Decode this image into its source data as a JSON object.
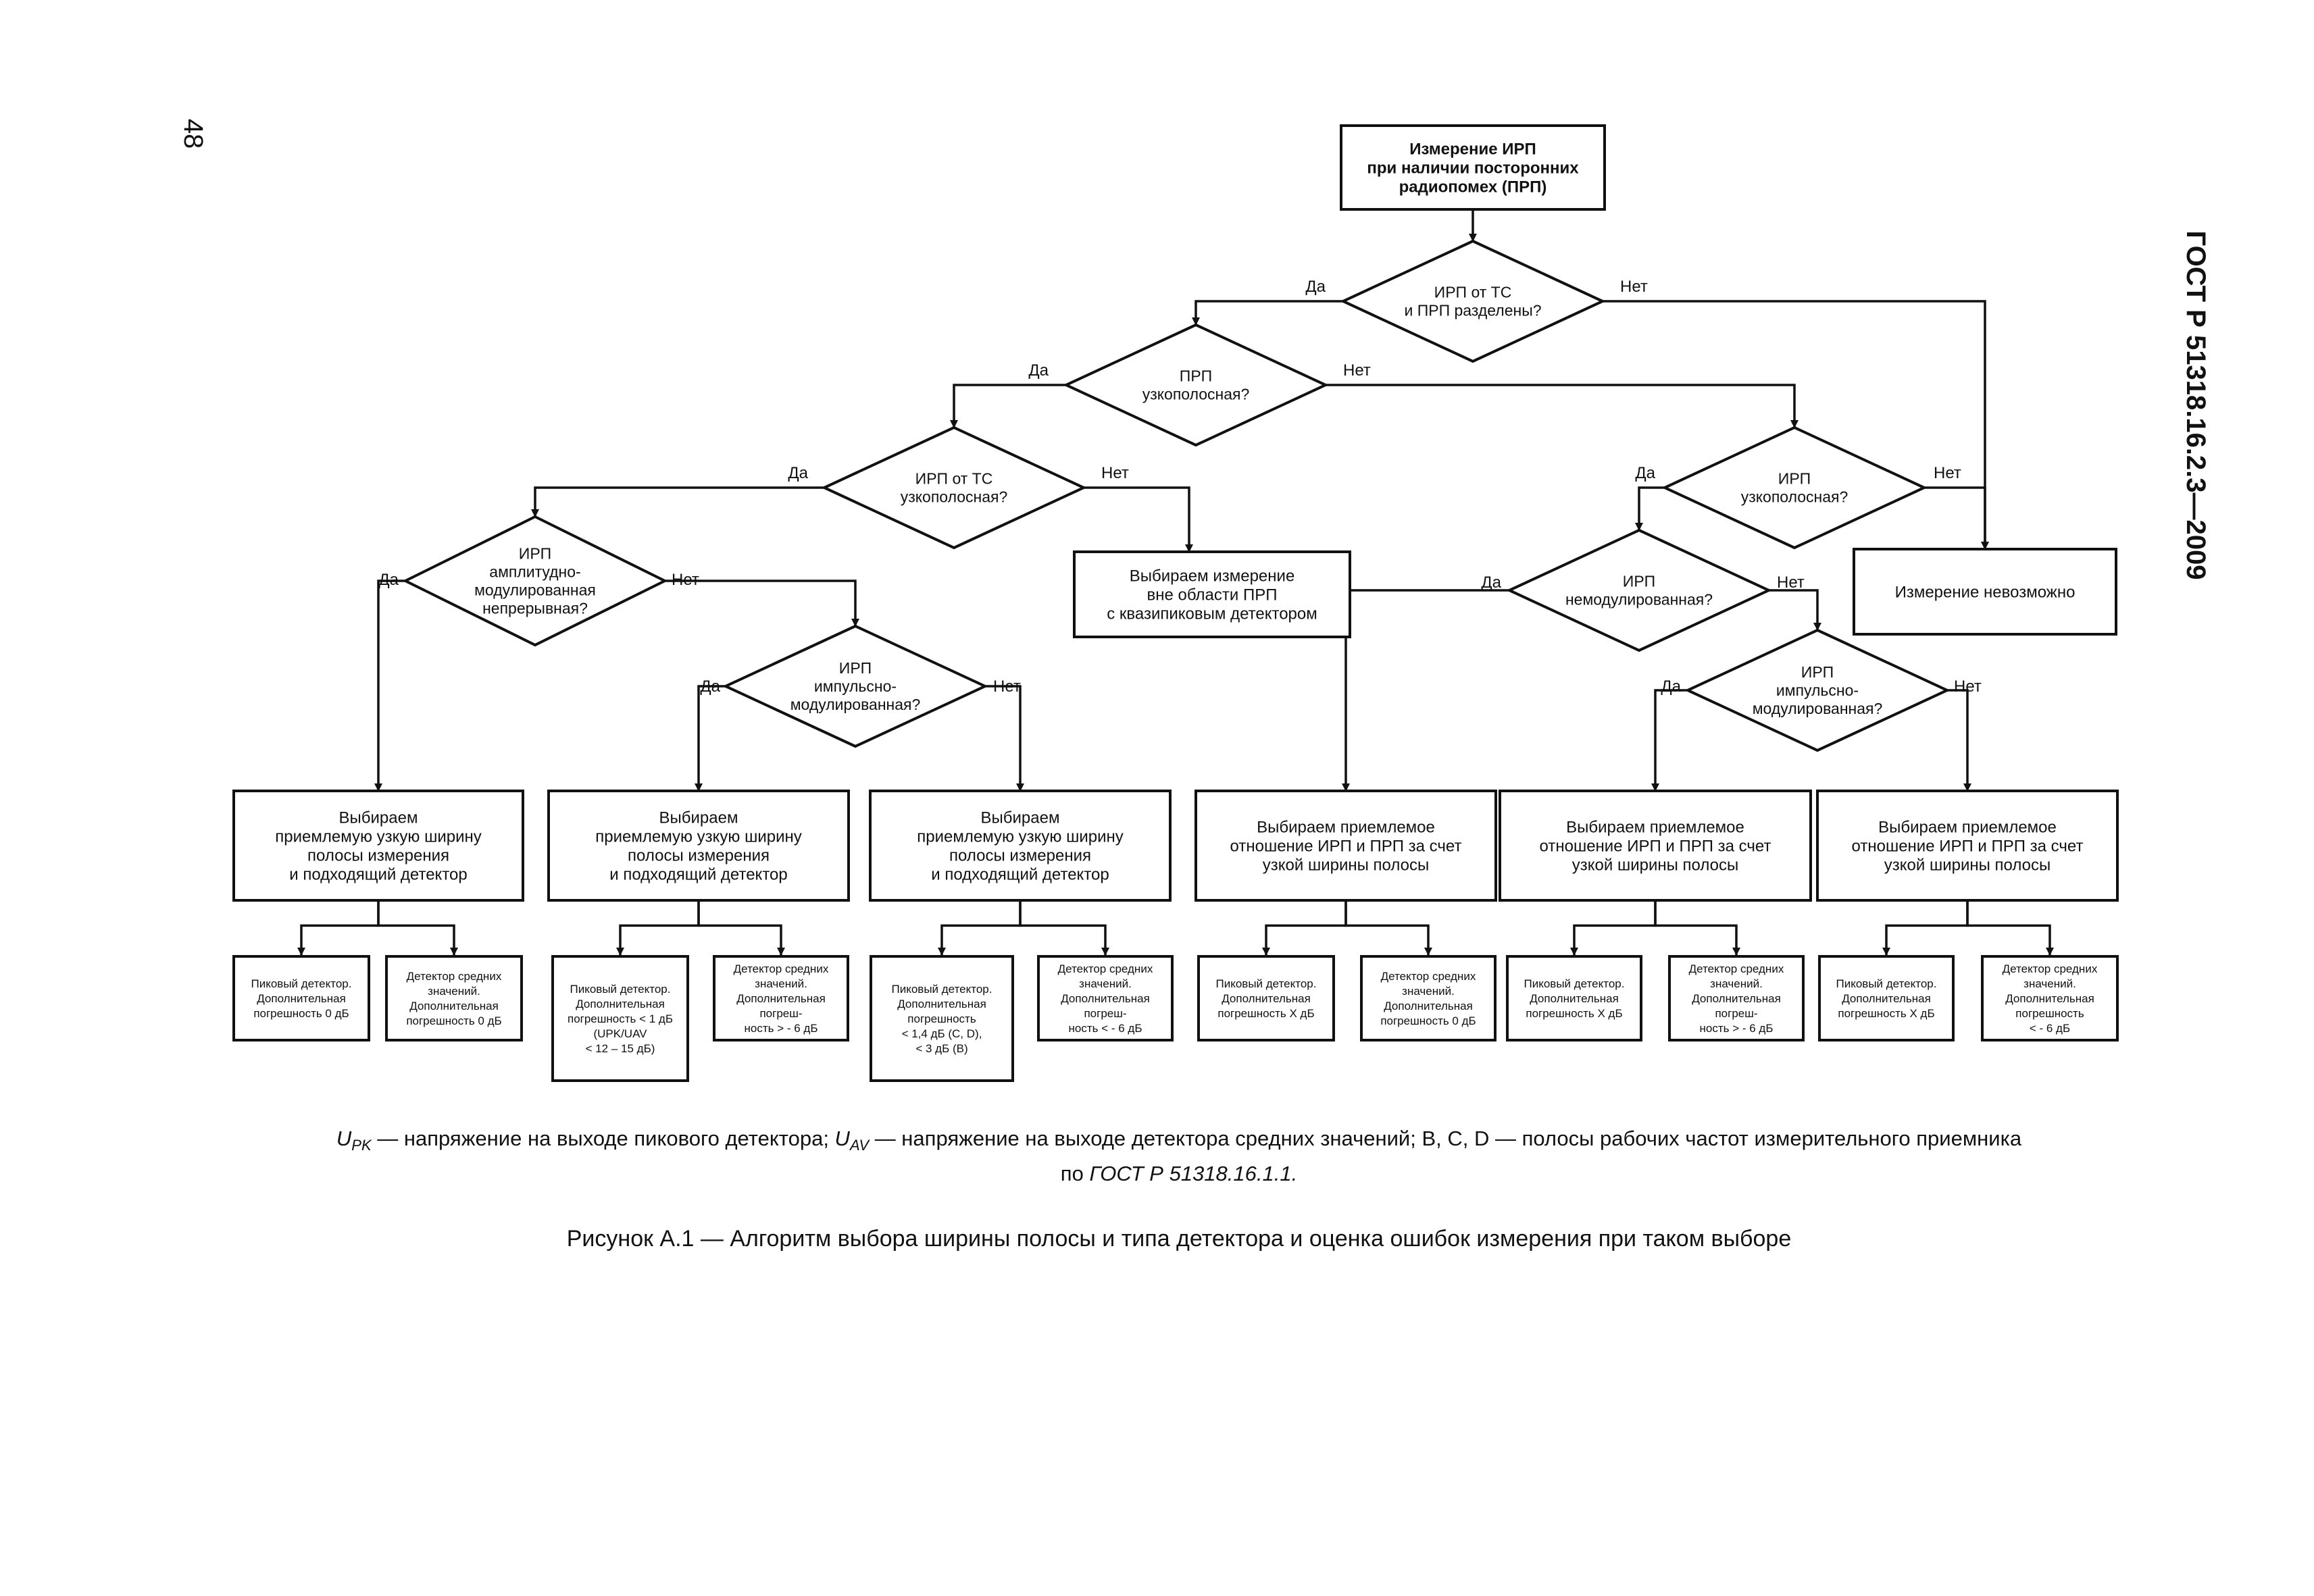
{
  "page": {
    "number": "48",
    "standard": "ГОСТ Р 51318.16.2.3—2009"
  },
  "flowchart": {
    "nodes": [
      {
        "id": "start",
        "kind": "box",
        "bold": true,
        "lines": [
          "Измерение ИРП",
          "при наличии посторонних",
          "радиопомех (ПРП)"
        ]
      },
      {
        "id": "d1",
        "kind": "diamond",
        "lines": [
          "ИРП от ТС",
          "и ПРП разделены?"
        ]
      },
      {
        "id": "d2",
        "kind": "diamond",
        "lines": [
          "ПРП",
          "узкополосная?"
        ]
      },
      {
        "id": "d3",
        "kind": "diamond",
        "lines": [
          "ИРП от ТС",
          "узкополосная?"
        ]
      },
      {
        "id": "d4",
        "kind": "diamond",
        "lines": [
          "ИРП",
          "амплитудно-",
          "модулированная",
          "непрерывная?"
        ]
      },
      {
        "id": "d5",
        "kind": "diamond",
        "lines": [
          "ИРП",
          "импульсно-",
          "модулированная?"
        ]
      },
      {
        "id": "d6",
        "kind": "diamond",
        "lines": [
          "ИРП",
          "узкополосная?"
        ]
      },
      {
        "id": "d7",
        "kind": "diamond",
        "lines": [
          "ИРП",
          "немодулированная?"
        ]
      },
      {
        "id": "d8",
        "kind": "diamond",
        "lines": [
          "ИРП",
          "импульсно-",
          "модулированная?"
        ]
      },
      {
        "id": "b_out",
        "kind": "box",
        "lines": [
          "Выбираем измерение",
          "вне области ПРП",
          "с квазипиковым детектором"
        ]
      },
      {
        "id": "b_imp",
        "kind": "box",
        "lines": [
          "Измерение невозможно"
        ]
      },
      {
        "id": "p1",
        "kind": "box",
        "lines": [
          "Выбираем",
          "приемлемую узкую ширину",
          "полосы измерения",
          "и подходящий детектор"
        ]
      },
      {
        "id": "p2",
        "kind": "box",
        "lines": [
          "Выбираем",
          "приемлемую узкую ширину",
          "полосы измерения",
          "и подходящий детектор"
        ]
      },
      {
        "id": "p3",
        "kind": "box",
        "lines": [
          "Выбираем",
          "приемлемую узкую ширину",
          "полосы измерения",
          "и подходящий детектор"
        ]
      },
      {
        "id": "p4",
        "kind": "box",
        "lines": [
          "Выбираем приемлемое",
          "отношение ИРП и ПРП за счет",
          "узкой ширины полосы"
        ]
      },
      {
        "id": "p5",
        "kind": "box",
        "lines": [
          "Выбираем приемлемое",
          "отношение ИРП и ПРП за счет",
          "узкой ширины полосы"
        ]
      },
      {
        "id": "p6",
        "kind": "box",
        "lines": [
          "Выбираем приемлемое",
          "отношение ИРП и ПРП за счет",
          "узкой ширины полосы"
        ]
      },
      {
        "id": "r1a",
        "kind": "result",
        "lines": [
          "Пиковый детектор.",
          "Дополнительная",
          "погрешность 0 дБ"
        ]
      },
      {
        "id": "r1b",
        "kind": "result",
        "lines": [
          "Детектор средних",
          "значений.",
          "Дополнительная",
          "погрешность 0 дБ"
        ]
      },
      {
        "id": "r2a",
        "kind": "result",
        "lines": [
          "Пиковый детектор.",
          "Дополнительная",
          "погрешность < 1 дБ",
          "(UPK/UAV",
          "< 12 – 15 дБ)"
        ]
      },
      {
        "id": "r2b",
        "kind": "result",
        "lines": [
          "Детектор средних",
          "значений.",
          "Дополнительная",
          "погреш-",
          "ность > - 6 дБ"
        ]
      },
      {
        "id": "r3a",
        "kind": "result",
        "lines": [
          "Пиковый детектор.",
          "Дополнительная",
          "погрешность",
          "< 1,4 дБ (C, D),",
          "< 3 дБ (B)"
        ]
      },
      {
        "id": "r3b",
        "kind": "result",
        "lines": [
          "Детектор средних",
          "значений.",
          "Дополнительная",
          "погреш-",
          "ность < - 6 дБ"
        ]
      },
      {
        "id": "r4a",
        "kind": "result",
        "lines": [
          "Пиковый детектор.",
          "Дополнительная",
          "погрешность X дБ"
        ]
      },
      {
        "id": "r4b",
        "kind": "result",
        "lines": [
          "Детектор средних",
          "значений.",
          "Дополнительная",
          "погрешность 0 дБ"
        ]
      },
      {
        "id": "r5a",
        "kind": "result",
        "lines": [
          "Пиковый детектор.",
          "Дополнительная",
          "погрешность X дБ"
        ]
      },
      {
        "id": "r5b",
        "kind": "result",
        "lines": [
          "Детектор средних",
          "значений.",
          "Дополнительная",
          "погреш-",
          "ность > - 6 дБ"
        ]
      },
      {
        "id": "r6a",
        "kind": "result",
        "lines": [
          "Пиковый детектор.",
          "Дополнительная",
          "погрешность X дБ"
        ]
      },
      {
        "id": "r6b",
        "kind": "result",
        "lines": [
          "Детектор средних",
          "значений.",
          "Дополнительная",
          "погрешность",
          "< - 6 дБ"
        ]
      }
    ],
    "edges": [
      {
        "from": "start",
        "to": "d1",
        "label": ""
      },
      {
        "from": "d1",
        "to": "d2",
        "label": "Да"
      },
      {
        "from": "d1",
        "to": "b_imp",
        "label": "Нет"
      },
      {
        "from": "d2",
        "to": "d3",
        "label": "Да"
      },
      {
        "from": "d2",
        "to": "d6",
        "label": "Нет"
      },
      {
        "from": "d3",
        "to": "d4",
        "label": "Да"
      },
      {
        "from": "d3",
        "to": "b_out",
        "label": "Нет"
      },
      {
        "from": "d4",
        "to": "p1",
        "label": "Да"
      },
      {
        "from": "d4",
        "to": "d5",
        "label": "Нет"
      },
      {
        "from": "d5",
        "to": "p2",
        "label": "Да"
      },
      {
        "from": "d5",
        "to": "p3",
        "label": "Нет"
      },
      {
        "from": "d6",
        "to": "d7",
        "label": "Да"
      },
      {
        "from": "d6",
        "to": "b_imp",
        "label": "Нет"
      },
      {
        "from": "d7",
        "to": "p4",
        "label": "Да"
      },
      {
        "from": "d7",
        "to": "d8",
        "label": "Нет"
      },
      {
        "from": "d8",
        "to": "p5",
        "label": "Да"
      },
      {
        "from": "d8",
        "to": "p6",
        "label": "Нет"
      },
      {
        "from": "p1",
        "to": "r1a",
        "label": ""
      },
      {
        "from": "p1",
        "to": "r1b",
        "label": ""
      },
      {
        "from": "p2",
        "to": "r2a",
        "label": ""
      },
      {
        "from": "p2",
        "to": "r2b",
        "label": ""
      },
      {
        "from": "p3",
        "to": "r3a",
        "label": ""
      },
      {
        "from": "p3",
        "to": "r3b",
        "label": ""
      },
      {
        "from": "p4",
        "to": "r4a",
        "label": ""
      },
      {
        "from": "p4",
        "to": "r4b",
        "label": ""
      },
      {
        "from": "p5",
        "to": "r5a",
        "label": ""
      },
      {
        "from": "p5",
        "to": "r5b",
        "label": ""
      },
      {
        "from": "p6",
        "to": "r6a",
        "label": ""
      },
      {
        "from": "p6",
        "to": "r6b",
        "label": ""
      }
    ]
  },
  "legend": {
    "upk": "U",
    "upk_sub": "PK",
    "upk_text": " — напряжение на выходе пикового детектора; ",
    "uav": "U",
    "uav_sub": "AV",
    "uav_text": " — напряжение на выходе  детектора средних значений; B, C, D  —  полосы рабочих частот измерительного приемника",
    "ref_prefix": "по ",
    "ref": "ГОСТ Р 51318.16.1.1."
  },
  "caption": "Рисунок А.1 — Алгоритм выбора ширины полосы и типа детектора и оценка ошибок измерения при таком выборе"
}
